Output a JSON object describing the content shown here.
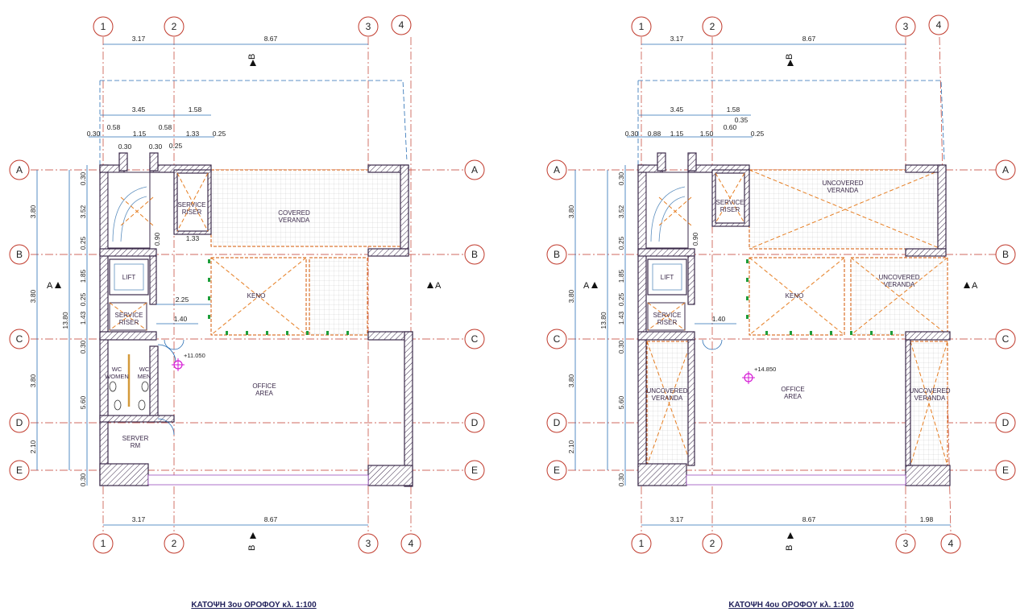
{
  "grid": {
    "columns": [
      "1",
      "2",
      "3",
      "4"
    ],
    "rows": [
      "A",
      "B",
      "C",
      "D",
      "E"
    ]
  },
  "section_marks": {
    "b": "B",
    "a": "A"
  },
  "plan3": {
    "title": "ΚΑΤΟΨΗ 3ου ΟΡΟΦΟΥ κλ. 1:100",
    "level": "+11.050",
    "top_dims": {
      "d12": "3.17",
      "d23": "8.67"
    },
    "bottom_dims": {
      "d12": "3.17",
      "d23": "8.67"
    },
    "dim_row1": [
      "3.45",
      "1.58"
    ],
    "dim_row2": [
      "0.30",
      "0.58",
      "1.15",
      "0.58",
      "1.33",
      "0.25"
    ],
    "dim_row3": [
      "0.30",
      "0.30",
      "0.25"
    ],
    "left_dims_outer": [
      "3.80",
      "3.80",
      "3.80",
      "2.10"
    ],
    "left_total": "13.80",
    "left_dims_inner": [
      "0.30",
      "3.52",
      "0.25",
      "1.85",
      "0.25",
      "1.43",
      "0.30",
      "5.60",
      "0.30"
    ],
    "inner_dims": {
      "d090": "0.90",
      "d133": "1.33",
      "d225": "2.25",
      "d140": "1.40"
    },
    "rooms": {
      "covered": [
        "COVERED",
        "VERANDA"
      ],
      "service_top": [
        "SERVICE",
        "RISER"
      ],
      "lift": "LIFT",
      "keno": "KENO",
      "service_bot": [
        "SERVICE",
        "RISER"
      ],
      "wc_women": [
        "WC",
        "WOMEN"
      ],
      "wc_men": [
        "WC",
        "MEN"
      ],
      "office": [
        "OFFICE",
        "AREA"
      ],
      "server": [
        "SERVER",
        "RM"
      ]
    }
  },
  "plan4": {
    "title": "ΚΑΤΟΨΗ 4ου ΟΡΟΦΟΥ κλ. 1:100",
    "level": "+14.850",
    "top_dims": {
      "d12": "3.17",
      "d23": "8.67"
    },
    "bottom_dims": {
      "d12": "3.17",
      "d23": "8.67",
      "d34": "1.98"
    },
    "dim_row1": [
      "3.45",
      "1.58",
      "0.35"
    ],
    "dim_row2": [
      "0.30",
      "0.88",
      "1.15",
      "1.50",
      "0.60",
      "0.25"
    ],
    "left_dims_outer": [
      "3.80",
      "3.80",
      "3.80",
      "2.10"
    ],
    "left_total": "13.80",
    "left_dims_inner": [
      "0.30",
      "3.52",
      "0.25",
      "1.85",
      "0.25",
      "1.43",
      "0.30",
      "5.60",
      "0.30"
    ],
    "inner_dims": {
      "d090": "0.90",
      "d140": "1.40"
    },
    "rooms": {
      "uncovered_top": [
        "UNCOVERED",
        "VERANDA"
      ],
      "service_top": [
        "SERVICE",
        "RISER"
      ],
      "lift": "LIFT",
      "keno": "KENO",
      "uncovered_mid": [
        "UNCOVERED",
        "VERANDA"
      ],
      "service_bot": [
        "SERVICE",
        "RISER"
      ],
      "uncovered_left": [
        "UNCOVERED",
        "VERANDA"
      ],
      "office": [
        "OFFICE",
        "AREA"
      ],
      "uncovered_right": [
        "UNCOVERED",
        "VERANDA"
      ]
    }
  }
}
